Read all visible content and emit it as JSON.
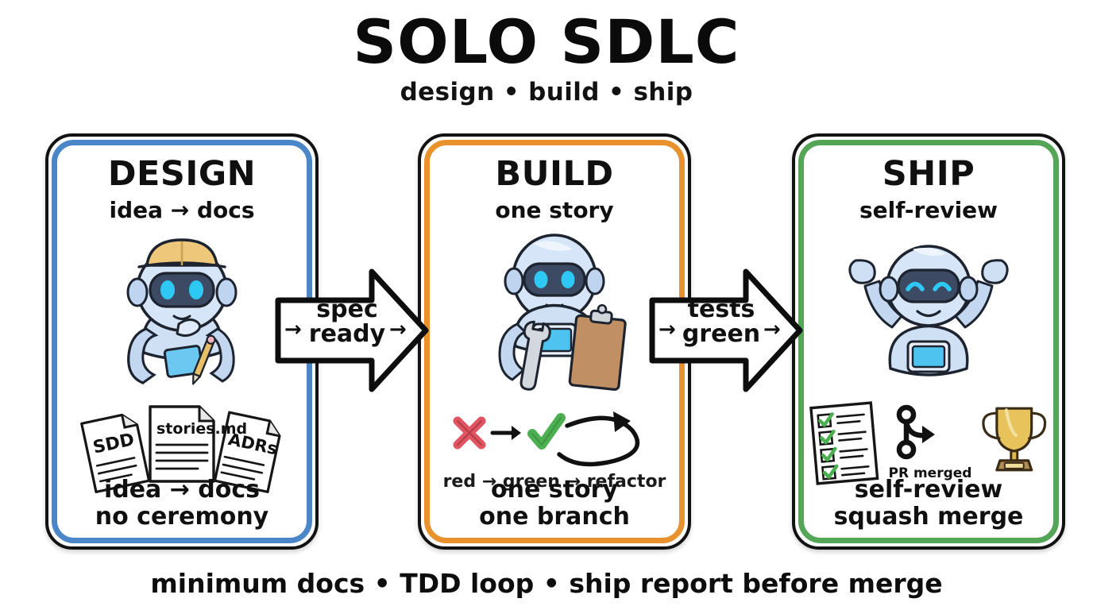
{
  "header": {
    "title": "SOLO SDLC",
    "subtitle": "design • build • ship"
  },
  "footer": {
    "text": "minimum docs • TDD loop • ship report before merge"
  },
  "colors": {
    "design_border": "#4a86c8",
    "build_border": "#e8922e",
    "ship_border": "#55a557",
    "outline": "#121212",
    "robot_blue": "#bcd3ef",
    "robot_visor": "#3d4a63",
    "eye_cyan": "#2ec8f5",
    "helmet_yellow": "#eec77a",
    "check_green": "#4caf50",
    "cross_red": "#e05561",
    "trophy_gold": "#e8c35c",
    "clipboard_brown": "#c08f63"
  },
  "panels": [
    {
      "id": "design",
      "heading": "DESIGN",
      "subtitle": "idea → docs",
      "caption_line1": "idea → docs",
      "caption_line2": "no ceremony",
      "docs": [
        "SDD",
        "stories.md",
        "ADRs"
      ]
    },
    {
      "id": "build",
      "heading": "BUILD",
      "subtitle": "one story",
      "tdd_caption": "red → green → refactor",
      "caption_line1": "one story",
      "caption_line2": "one branch"
    },
    {
      "id": "ship",
      "heading": "SHIP",
      "subtitle": "self-review",
      "pr_label": "PR merged",
      "checklist_items": 4,
      "caption_line1": "self-review",
      "caption_line2": "squash merge"
    }
  ],
  "connectors": [
    {
      "id": "spec-ready",
      "label_line1": "spec",
      "label_line2": "ready",
      "glyph_left": "→",
      "glyph_right": "→"
    },
    {
      "id": "tests-green",
      "label_line1": "tests",
      "label_line2": "green",
      "glyph_left": "→",
      "glyph_right": "→"
    }
  ]
}
